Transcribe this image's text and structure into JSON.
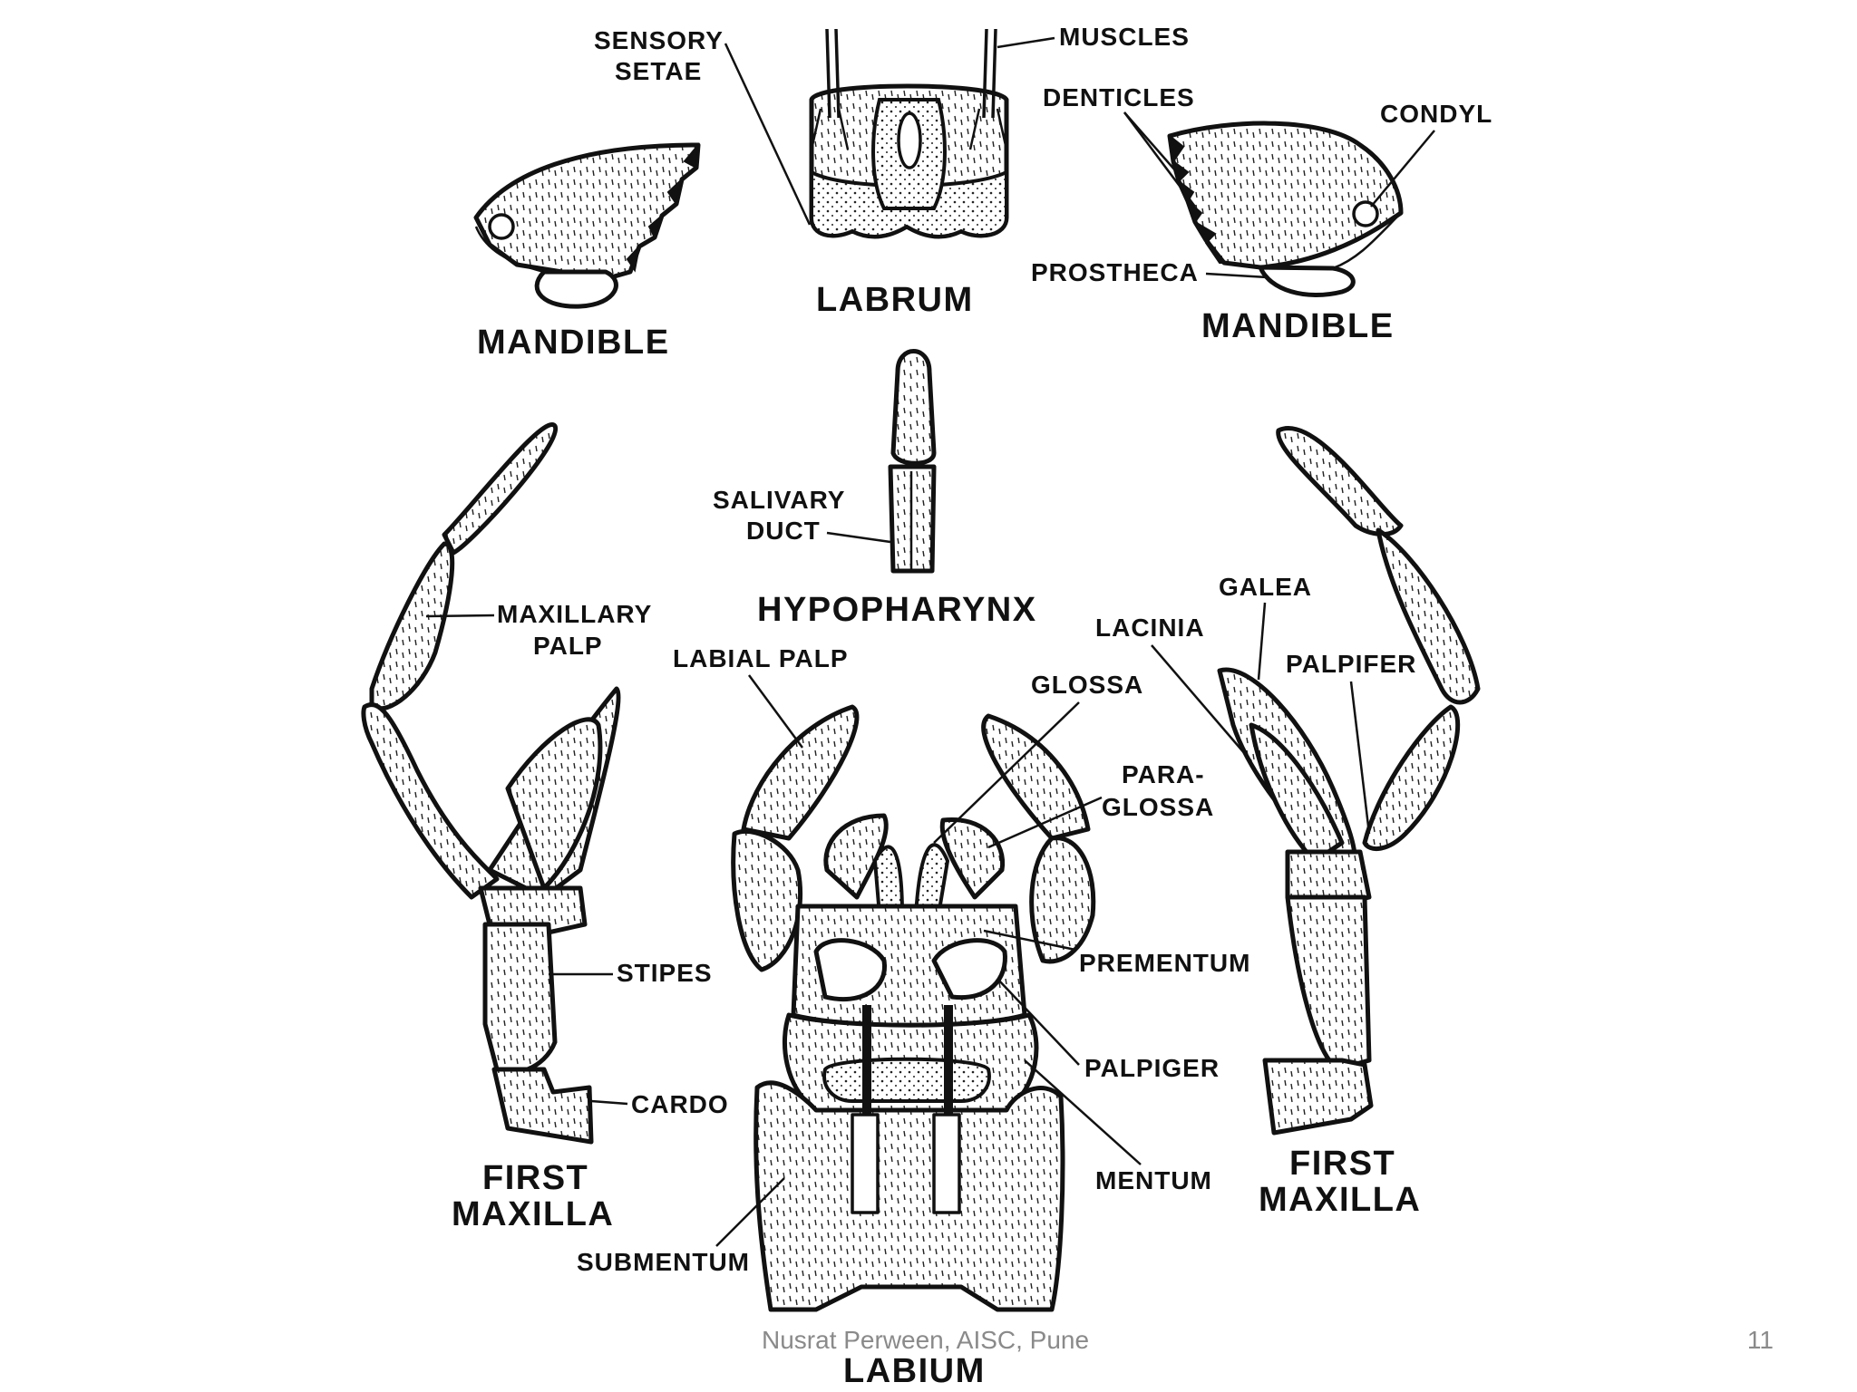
{
  "diagram": {
    "parts": {
      "mandible_left": "MANDIBLE",
      "labrum": "LABRUM",
      "mandible_right": "MANDIBLE",
      "hypopharynx": "HYPOPHARYNX",
      "first_maxilla_left": [
        "FIRST",
        "MAXILLA"
      ],
      "first_maxilla_right": [
        "FIRST",
        "MAXILLA"
      ],
      "labium": "LABIUM"
    },
    "labels": {
      "sensory_setae": [
        "SENSORY",
        "SETAE"
      ],
      "muscles": "MUSCLES",
      "denticles": "DENTICLES",
      "condyl": "CONDYL",
      "prostheca": "PROSTHECA",
      "salivary_duct": [
        "SALIVARY",
        "DUCT"
      ],
      "maxillary_palp": [
        "MAXILLARY",
        "PALP"
      ],
      "labial_palp": "LABIAL PALP",
      "glossa": "GLOSSA",
      "paraglossa": [
        "PARA-",
        "GLOSSA"
      ],
      "galea": "GALEA",
      "lacinia": "LACINIA",
      "palpifer": "PALPIFER",
      "prementum": "PREMENTUM",
      "stipes": "STIPES",
      "palpiger": "PALPIGER",
      "cardo": "CARDO",
      "mentum": "MENTUM",
      "submentum": "SUBMENTUM"
    }
  },
  "footer": {
    "author": "Nusrat Perween, AISC, Pune",
    "page": "11"
  }
}
